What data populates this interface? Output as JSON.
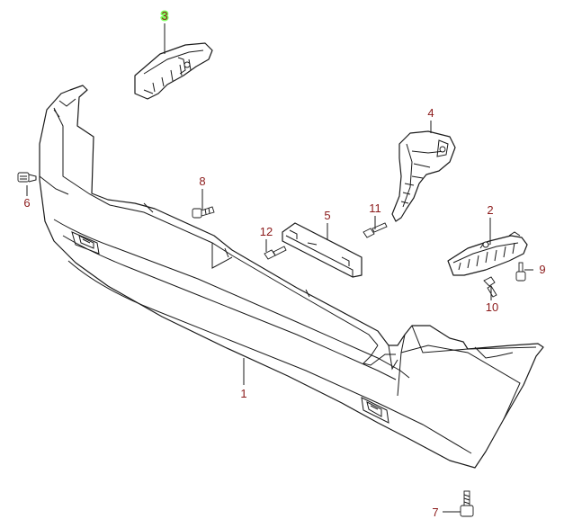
{
  "callouts": [
    {
      "id": "1",
      "label": "1"
    },
    {
      "id": "2",
      "label": "2"
    },
    {
      "id": "3",
      "label": "3",
      "highlighted": true
    },
    {
      "id": "4",
      "label": "4"
    },
    {
      "id": "5",
      "label": "5"
    },
    {
      "id": "6",
      "label": "6"
    },
    {
      "id": "7",
      "label": "7"
    },
    {
      "id": "8",
      "label": "8"
    },
    {
      "id": "9",
      "label": "9"
    },
    {
      "id": "10",
      "label": "10"
    },
    {
      "id": "11",
      "label": "11"
    },
    {
      "id": "12",
      "label": "12"
    }
  ],
  "colors": {
    "callout_text": "#8b1a1a",
    "highlight": "#7dff5a",
    "line_art": "#1a1a1a",
    "background": "#ffffff"
  }
}
